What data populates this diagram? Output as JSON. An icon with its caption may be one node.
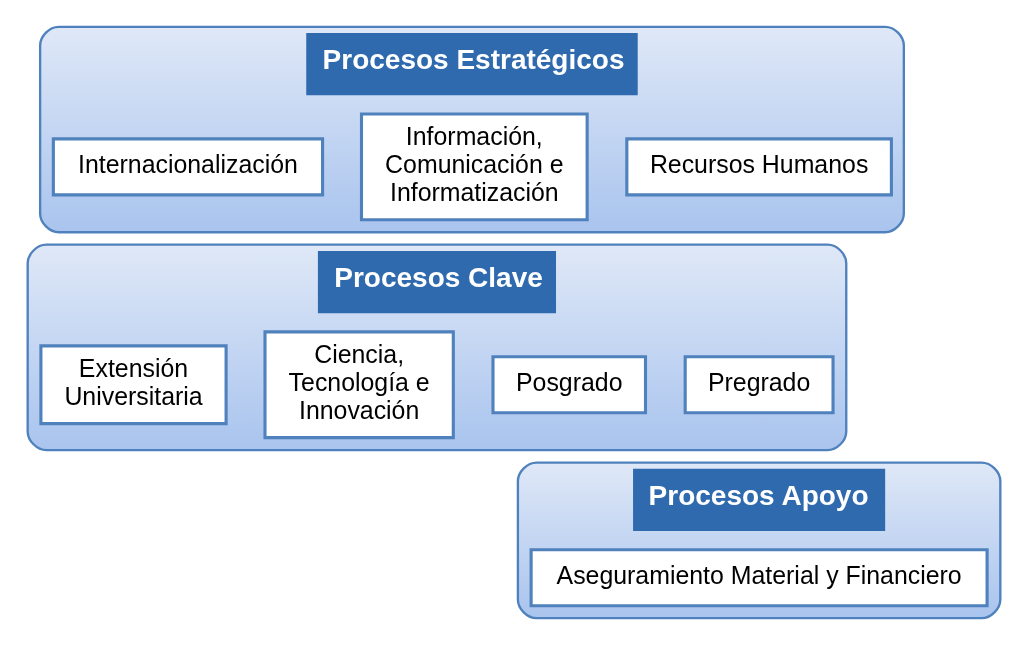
{
  "diagram": {
    "nodes": [
      {
        "text": [
          "Procesos Estratégicos"
        ]
      },
      {
        "text": [
          "Recursos Humanos"
        ],
        "in": 0
      },
      {
        "text": [
          "Información, Comunicación e Informatización"
        ],
        "in": 0
      },
      {
        "text": [
          "Internacionalización"
        ],
        "in": 0
      },
      {
        "text": [
          "Procesos Clave"
        ]
      },
      {
        "text": [
          "Pregrado"
        ],
        "in": 4
      },
      {
        "text": [
          "Posgrado"
        ],
        "in": 4
      },
      {
        "text": [
          "Ciencia, Tecnología e Innovación"
        ],
        "in": 4
      },
      {
        "text": [
          "Extensión Universitaria"
        ],
        "in": 4
      },
      {
        "text": [
          "Procesos Apoyo"
        ]
      },
      {
        "text": [
          "Aseguramiento Material y Financiero"
        ],
        "in": 9
      }
    ]
  }
}
